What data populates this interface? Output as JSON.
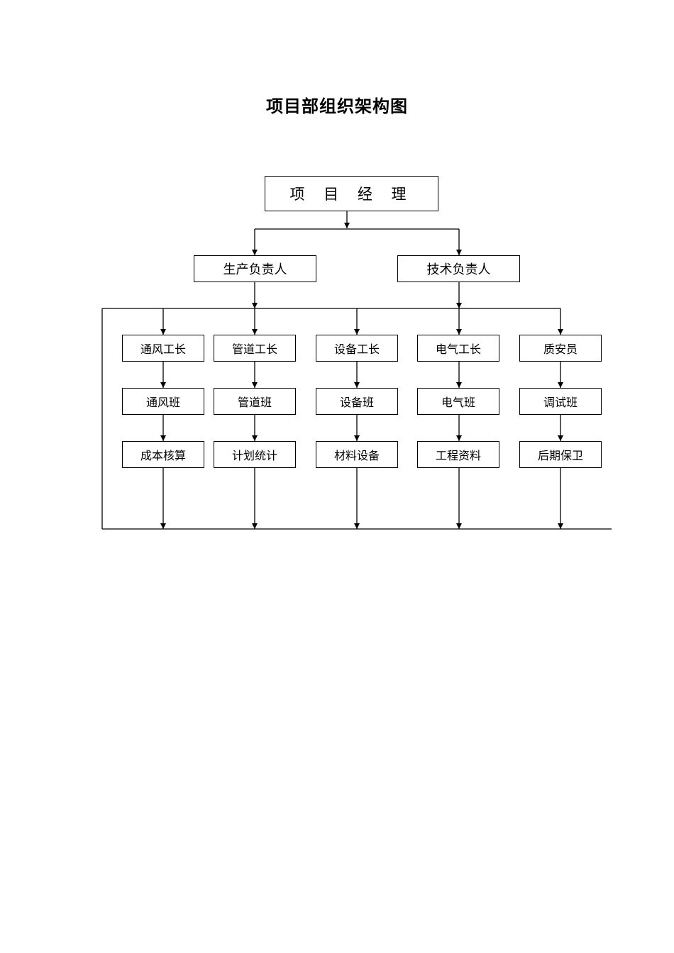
{
  "title": "项目部组织架构图",
  "root": "项 目 经 理",
  "deputies": [
    "生产负责人",
    "技术负责人"
  ],
  "columns": [
    [
      "通风工长",
      "通风班",
      "成本核算"
    ],
    [
      "管道工长",
      "管道班",
      "计划统计"
    ],
    [
      "设备工长",
      "设备班",
      "材料设备"
    ],
    [
      "电气工长",
      "电气班",
      "工程资料"
    ],
    [
      "质安员",
      "调试班",
      "后期保卫"
    ]
  ]
}
